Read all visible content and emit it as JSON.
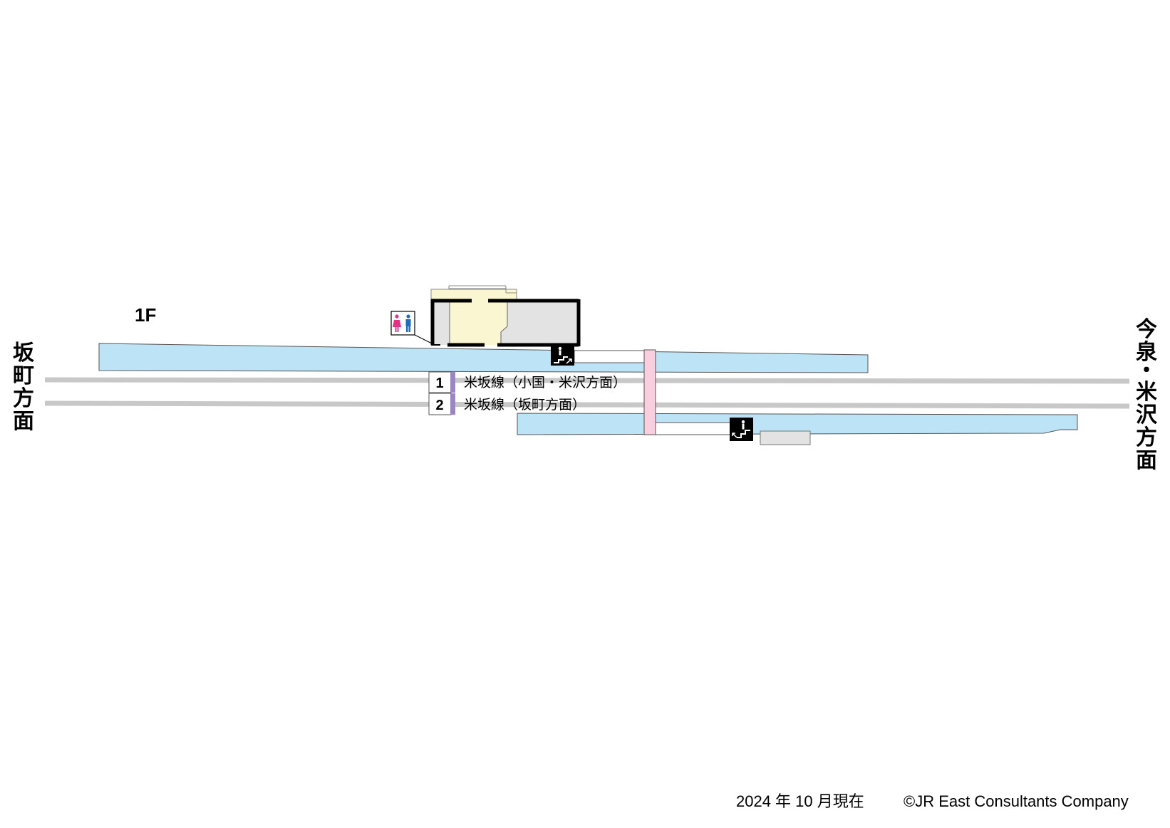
{
  "floor_label": "1F",
  "directions": {
    "left": [
      "坂",
      "町",
      "方",
      "面"
    ],
    "right": [
      "今",
      "泉",
      "・",
      "米",
      "沢",
      "方",
      "面"
    ]
  },
  "tracks": [
    {
      "number": "1",
      "line_text": "米坂線（小国・米沢方面）"
    },
    {
      "number": "2",
      "line_text": "米坂線（坂町方面）"
    }
  ],
  "icons": [
    "toilet-icon",
    "stairs-up-icon",
    "stairs-down-icon"
  ],
  "colors": {
    "platform": "#bde3f6",
    "bridge": "#f9cfe0",
    "concourse": "#fbf6d2",
    "room": "#e3e3e3",
    "rail": "#c8c8c8",
    "track_marker": "#9b86c4",
    "toilet_female": "#e0338a",
    "toilet_male": "#1f6fb8"
  },
  "footer": {
    "date": "2024 年 10 月現在",
    "copyright": "©JR East Consultants Company"
  }
}
